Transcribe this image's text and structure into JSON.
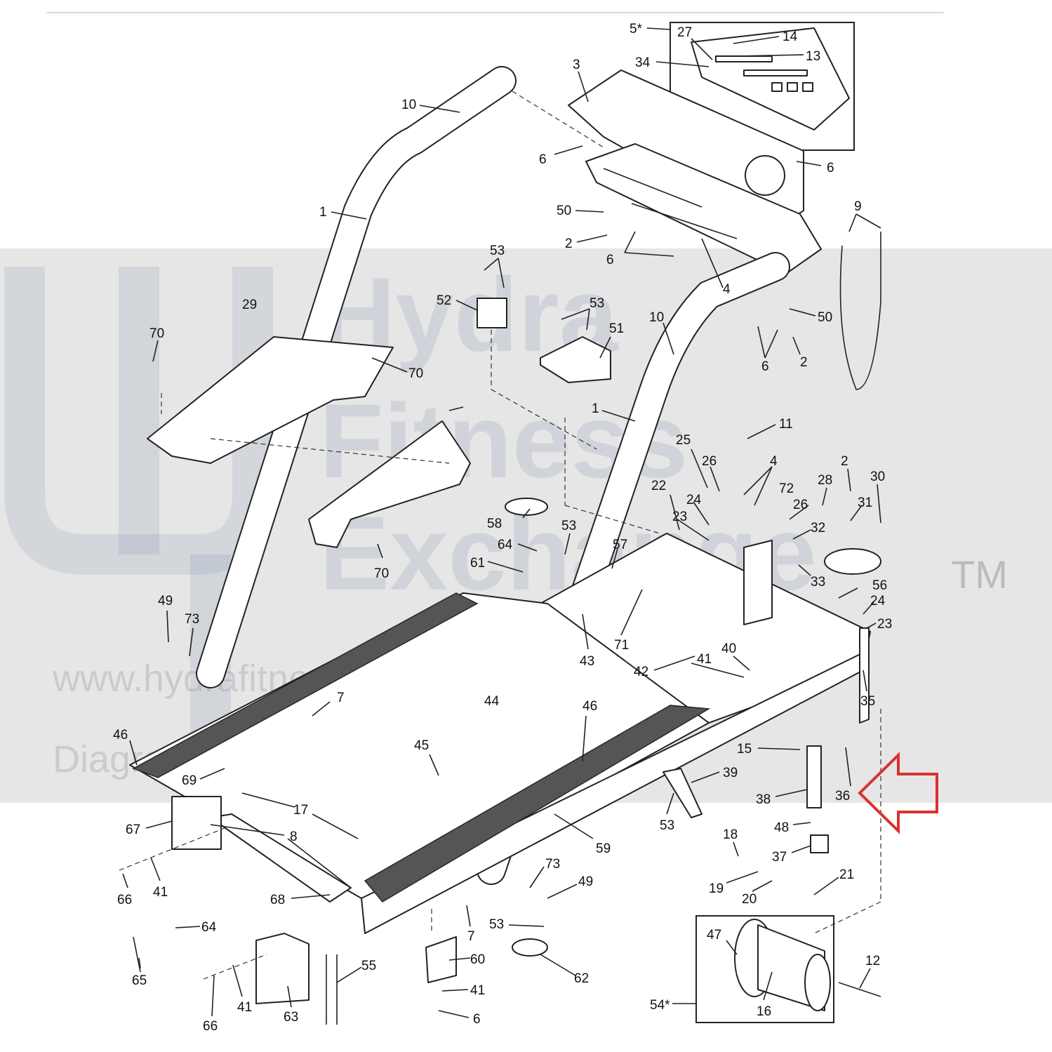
{
  "diagram": {
    "callouts": [
      {
        "id": "5",
        "text": "5*"
      },
      {
        "id": "27",
        "text": "27"
      },
      {
        "id": "14",
        "text": "14"
      },
      {
        "id": "13",
        "text": "13"
      },
      {
        "id": "34",
        "text": "34"
      },
      {
        "id": "3",
        "text": "3"
      },
      {
        "id": "10a",
        "text": "10"
      },
      {
        "id": "6a",
        "text": "6"
      },
      {
        "id": "6b",
        "text": "6"
      },
      {
        "id": "1a",
        "text": "1"
      },
      {
        "id": "50a",
        "text": "50"
      },
      {
        "id": "2a",
        "text": "2"
      },
      {
        "id": "6c",
        "text": "6"
      },
      {
        "id": "9",
        "text": "9"
      },
      {
        "id": "53a",
        "text": "53"
      },
      {
        "id": "4a",
        "text": "4"
      },
      {
        "id": "52",
        "text": "52"
      },
      {
        "id": "53b",
        "text": "53"
      },
      {
        "id": "29",
        "text": "29"
      },
      {
        "id": "10b",
        "text": "10"
      },
      {
        "id": "50b",
        "text": "50"
      },
      {
        "id": "70a",
        "text": "70"
      },
      {
        "id": "51",
        "text": "51"
      },
      {
        "id": "6d",
        "text": "6"
      },
      {
        "id": "2b",
        "text": "2"
      },
      {
        "id": "70b",
        "text": "70"
      },
      {
        "id": "1b",
        "text": "1"
      },
      {
        "id": "11",
        "text": "11"
      },
      {
        "id": "25",
        "text": "25"
      },
      {
        "id": "26a",
        "text": "26"
      },
      {
        "id": "4b",
        "text": "4"
      },
      {
        "id": "2c",
        "text": "2"
      },
      {
        "id": "30",
        "text": "30"
      },
      {
        "id": "28",
        "text": "28"
      },
      {
        "id": "22",
        "text": "22"
      },
      {
        "id": "72",
        "text": "72"
      },
      {
        "id": "24a",
        "text": "24"
      },
      {
        "id": "26b",
        "text": "26"
      },
      {
        "id": "31",
        "text": "31"
      },
      {
        "id": "58",
        "text": "58"
      },
      {
        "id": "53c",
        "text": "53"
      },
      {
        "id": "23a",
        "text": "23"
      },
      {
        "id": "32",
        "text": "32"
      },
      {
        "id": "64a",
        "text": "64"
      },
      {
        "id": "57",
        "text": "57"
      },
      {
        "id": "61",
        "text": "61"
      },
      {
        "id": "70c",
        "text": "70"
      },
      {
        "id": "33",
        "text": "33"
      },
      {
        "id": "56",
        "text": "56"
      },
      {
        "id": "49a",
        "text": "49"
      },
      {
        "id": "73a",
        "text": "73"
      },
      {
        "id": "24b",
        "text": "24"
      },
      {
        "id": "23b",
        "text": "23"
      },
      {
        "id": "71",
        "text": "71"
      },
      {
        "id": "40",
        "text": "40"
      },
      {
        "id": "43",
        "text": "43"
      },
      {
        "id": "41a",
        "text": "41"
      },
      {
        "id": "42",
        "text": "42"
      },
      {
        "id": "7a",
        "text": "7"
      },
      {
        "id": "44",
        "text": "44"
      },
      {
        "id": "35",
        "text": "35"
      },
      {
        "id": "46a",
        "text": "46"
      },
      {
        "id": "46b",
        "text": "46"
      },
      {
        "id": "45",
        "text": "45"
      },
      {
        "id": "15",
        "text": "15"
      },
      {
        "id": "39",
        "text": "39"
      },
      {
        "id": "69",
        "text": "69"
      },
      {
        "id": "38",
        "text": "38"
      },
      {
        "id": "36",
        "text": "36"
      },
      {
        "id": "17",
        "text": "17"
      },
      {
        "id": "67",
        "text": "67"
      },
      {
        "id": "8",
        "text": "8"
      },
      {
        "id": "53d",
        "text": "53"
      },
      {
        "id": "48",
        "text": "48"
      },
      {
        "id": "59",
        "text": "59"
      },
      {
        "id": "18",
        "text": "18"
      },
      {
        "id": "37",
        "text": "37"
      },
      {
        "id": "73b",
        "text": "73"
      },
      {
        "id": "21",
        "text": "21"
      },
      {
        "id": "19",
        "text": "19"
      },
      {
        "id": "49b",
        "text": "49"
      },
      {
        "id": "66a",
        "text": "66"
      },
      {
        "id": "41b",
        "text": "41"
      },
      {
        "id": "20",
        "text": "20"
      },
      {
        "id": "68",
        "text": "68"
      },
      {
        "id": "7b",
        "text": "7"
      },
      {
        "id": "53e",
        "text": "53"
      },
      {
        "id": "64b",
        "text": "64"
      },
      {
        "id": "47",
        "text": "47"
      },
      {
        "id": "12",
        "text": "12"
      },
      {
        "id": "55",
        "text": "55"
      },
      {
        "id": "60",
        "text": "60"
      },
      {
        "id": "62",
        "text": "62"
      },
      {
        "id": "65",
        "text": "65"
      },
      {
        "id": "41c",
        "text": "41"
      },
      {
        "id": "41d",
        "text": "41"
      },
      {
        "id": "16",
        "text": "16"
      },
      {
        "id": "63",
        "text": "63"
      },
      {
        "id": "6e",
        "text": "6"
      },
      {
        "id": "54",
        "text": "54*"
      },
      {
        "id": "66b",
        "text": "66"
      }
    ]
  },
  "watermark": {
    "brand_lines": [
      "Hydra",
      "Fitness",
      "Exchange"
    ],
    "trademark": "TM",
    "url": "www.hydrafitnessexchange.com",
    "tagline": "Diagrams, Parts Lists and More"
  },
  "highlight": {
    "target_part": "36",
    "color": "#d93232"
  },
  "colors": {
    "watermark_band": "#e6e6e6",
    "brand_text": "#6f86a8"
  }
}
